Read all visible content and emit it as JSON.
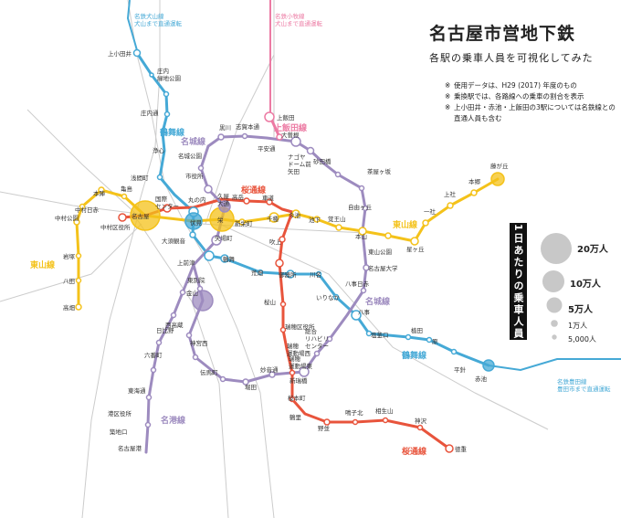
{
  "title": "名古屋市営地下鉄",
  "subtitle": "各駅の乗車人員を可視化してみた",
  "notes": [
    "使用データは、H29 (2017) 年度のもの",
    "乗換駅では、各路線への乗車の割合を表示",
    "上小田井・赤池・上飯田の3駅については名鉄線との直通人員も含む"
  ],
  "legend": {
    "title": "1日あたりの乗車人員",
    "items": [
      {
        "label": "20万人",
        "value": 200000
      },
      {
        "label": "10万人",
        "value": 100000
      },
      {
        "label": "5万人",
        "value": 50000
      },
      {
        "label": "1万人",
        "value": 10000
      },
      {
        "label": "5,000人",
        "value": 5000
      }
    ]
  },
  "colors": {
    "higashiyama": "#f4c21a",
    "meijo": "#9d8bbf",
    "tsurumai": "#45a9d6",
    "sakuradori": "#e8543c",
    "kamiiida": "#ec7aa3",
    "jr": "#cccccc"
  },
  "lines": [
    {
      "id": "tsurumai",
      "name": "鶴舞線",
      "color": "#45a9d6"
    },
    {
      "id": "meijo",
      "name": "名城線",
      "color": "#9d8bbf"
    },
    {
      "id": "higashiyama",
      "name": "東山線",
      "color": "#f4c21a"
    },
    {
      "id": "sakuradori",
      "name": "桜通線",
      "color": "#e8543c"
    },
    {
      "id": "kamiiida",
      "name": "上飯田線",
      "color": "#ec7aa3"
    },
    {
      "id": "meiko",
      "name": "名港線",
      "color": "#9d8bbf"
    }
  ],
  "through_notes": {
    "inuyama": [
      "名鉄犬山線",
      "犬山まで直通運転"
    ],
    "komaki": [
      "名鉄小牧線",
      "犬山まで直通運転"
    ],
    "toyota": [
      "名鉄豊田線",
      "豊田市まで直通運転"
    ]
  },
  "stations": [
    {
      "name": "上小田井",
      "line": "tsurumai"
    },
    {
      "name": "庄内緑地公園",
      "line": "tsurumai"
    },
    {
      "name": "庄内通",
      "line": "tsurumai"
    },
    {
      "name": "浄心",
      "line": "tsurumai"
    },
    {
      "name": "浅間町",
      "line": "tsurumai"
    },
    {
      "name": "丸の内",
      "line": "tsurumai"
    },
    {
      "name": "伏見",
      "line": "tsurumai"
    },
    {
      "name": "大須観音",
      "line": "tsurumai"
    },
    {
      "name": "上前津",
      "line": "tsurumai"
    },
    {
      "name": "鶴舞",
      "line": "tsurumai"
    },
    {
      "name": "荒畑",
      "line": "tsurumai"
    },
    {
      "name": "御器所",
      "line": "tsurumai"
    },
    {
      "name": "川名",
      "line": "tsurumai"
    },
    {
      "name": "いりなか",
      "line": "tsurumai"
    },
    {
      "name": "八事",
      "line": "tsurumai"
    },
    {
      "name": "塩釜口",
      "line": "tsurumai"
    },
    {
      "name": "植田",
      "line": "tsurumai"
    },
    {
      "name": "原",
      "line": "tsurumai"
    },
    {
      "name": "平針",
      "line": "tsurumai"
    },
    {
      "name": "赤池",
      "line": "tsurumai"
    },
    {
      "name": "高畑",
      "line": "higashiyama"
    },
    {
      "name": "八田",
      "line": "higashiyama"
    },
    {
      "name": "岩塚",
      "line": "higashiyama"
    },
    {
      "name": "中村公園",
      "line": "higashiyama"
    },
    {
      "name": "中村日赤",
      "line": "higashiyama"
    },
    {
      "name": "本陣",
      "line": "higashiyama"
    },
    {
      "name": "亀島",
      "line": "higashiyama"
    },
    {
      "name": "名古屋",
      "line": "higashiyama"
    },
    {
      "name": "栄",
      "line": "higashiyama"
    },
    {
      "name": "新栄町",
      "line": "higashiyama"
    },
    {
      "name": "千種",
      "line": "higashiyama"
    },
    {
      "name": "今池",
      "line": "higashiyama"
    },
    {
      "name": "池下",
      "line": "higashiyama"
    },
    {
      "name": "覚王山",
      "line": "higashiyama"
    },
    {
      "name": "本山",
      "line": "higashiyama"
    },
    {
      "name": "東山公園",
      "line": "higashiyama"
    },
    {
      "name": "星ヶ丘",
      "line": "higashiyama"
    },
    {
      "name": "一社",
      "line": "higashiyama"
    },
    {
      "name": "上社",
      "line": "higashiyama"
    },
    {
      "name": "本郷",
      "line": "higashiyama"
    },
    {
      "name": "藤が丘",
      "line": "higashiyama"
    },
    {
      "name": "上飯田",
      "line": "kamiiida"
    },
    {
      "name": "平安通",
      "line": "kamiiida"
    },
    {
      "name": "黒川",
      "line": "meijo"
    },
    {
      "name": "志賀本通",
      "line": "meijo"
    },
    {
      "name": "大曽根",
      "line": "meijo"
    },
    {
      "name": "ナゴヤドーム前矢田",
      "line": "meijo"
    },
    {
      "name": "砂田橋",
      "line": "meijo"
    },
    {
      "name": "茶屋ヶ坂",
      "line": "meijo"
    },
    {
      "name": "自由ヶ丘",
      "line": "meijo"
    },
    {
      "name": "名古屋大学",
      "line": "meijo"
    },
    {
      "name": "八事日赤",
      "line": "meijo"
    },
    {
      "name": "総合リハビリセンター",
      "line": "meijo"
    },
    {
      "name": "瑞穂運動場東",
      "line": "meijo"
    },
    {
      "name": "新瑞橋",
      "line": "meijo"
    },
    {
      "name": "妙音通",
      "line": "meijo"
    },
    {
      "name": "堀田",
      "line": "meijo"
    },
    {
      "name": "伝馬町",
      "line": "meijo"
    },
    {
      "name": "神宮西",
      "line": "meijo"
    },
    {
      "name": "西高蔵",
      "line": "meijo"
    },
    {
      "name": "金山",
      "line": "meijo"
    },
    {
      "name": "東別院",
      "line": "meijo"
    },
    {
      "name": "矢場町",
      "line": "meijo"
    },
    {
      "name": "久屋大通",
      "line": "meijo"
    },
    {
      "name": "市役所",
      "line": "meijo"
    },
    {
      "name": "名城公園",
      "line": "meijo"
    },
    {
      "name": "日比野",
      "line": "meiko"
    },
    {
      "name": "六番町",
      "line": "meiko"
    },
    {
      "name": "東海通",
      "line": "meiko"
    },
    {
      "name": "港区役所",
      "line": "meiko"
    },
    {
      "name": "築地口",
      "line": "meiko"
    },
    {
      "name": "名古屋港",
      "line": "meiko"
    },
    {
      "name": "中村区役所",
      "line": "sakuradori"
    },
    {
      "name": "国際センター",
      "line": "sakuradori"
    },
    {
      "name": "高岳",
      "line": "sakuradori"
    },
    {
      "name": "車道",
      "line": "sakuradori"
    },
    {
      "name": "吹上",
      "line": "sakuradori"
    },
    {
      "name": "桜山",
      "line": "sakuradori"
    },
    {
      "name": "瑞穂区役所",
      "line": "sakuradori"
    },
    {
      "name": "瑞穂運動場西",
      "line": "sakuradori"
    },
    {
      "name": "桜本町",
      "line": "sakuradori"
    },
    {
      "name": "鶴里",
      "line": "sakuradori"
    },
    {
      "name": "野並",
      "line": "sakuradori"
    },
    {
      "name": "鳴子北",
      "line": "sakuradori"
    },
    {
      "name": "相生山",
      "line": "sakuradori"
    },
    {
      "name": "神沢",
      "line": "sakuradori"
    },
    {
      "name": "徳重",
      "line": "sakuradori"
    }
  ]
}
